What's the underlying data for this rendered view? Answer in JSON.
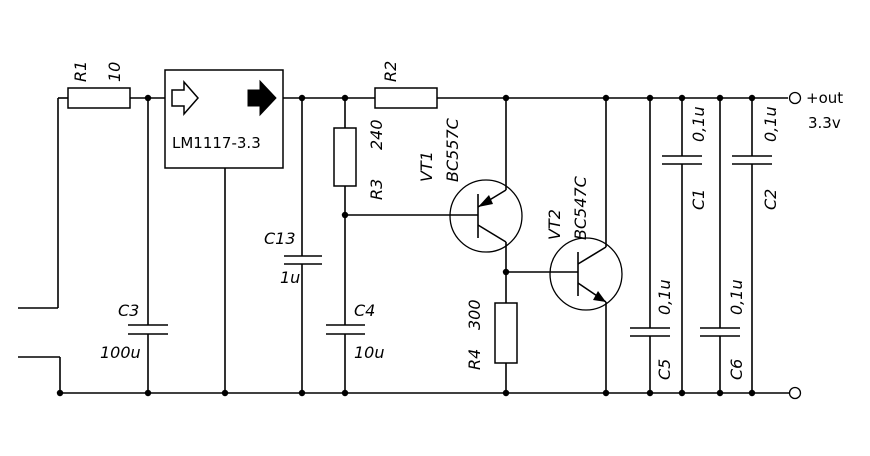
{
  "regulator": {
    "label": "LM1117-3.3"
  },
  "resistors": {
    "r1": {
      "name": "R1",
      "value": "10"
    },
    "r2": {
      "name": "R2"
    },
    "r3": {
      "name": "R3",
      "value": "240"
    },
    "r4": {
      "name": "R4",
      "value": "300"
    }
  },
  "capacitors": {
    "c1": {
      "name": "C1",
      "value": "0,1u"
    },
    "c2": {
      "name": "C2",
      "value": "0,1u"
    },
    "c3": {
      "name": "C3",
      "value": "100u"
    },
    "c4": {
      "name": "C4",
      "value": "10u"
    },
    "c5": {
      "name": "C5",
      "value": "0,1u"
    },
    "c6": {
      "name": "C6",
      "value": "0,1u"
    },
    "c13": {
      "name": "C13",
      "value": "1u"
    }
  },
  "transistors": {
    "vt1": {
      "name": "VT1",
      "part": "BC557C"
    },
    "vt2": {
      "name": "VT2",
      "part": "BC547C"
    }
  },
  "output": {
    "label": "+out",
    "voltage": "3.3v"
  }
}
